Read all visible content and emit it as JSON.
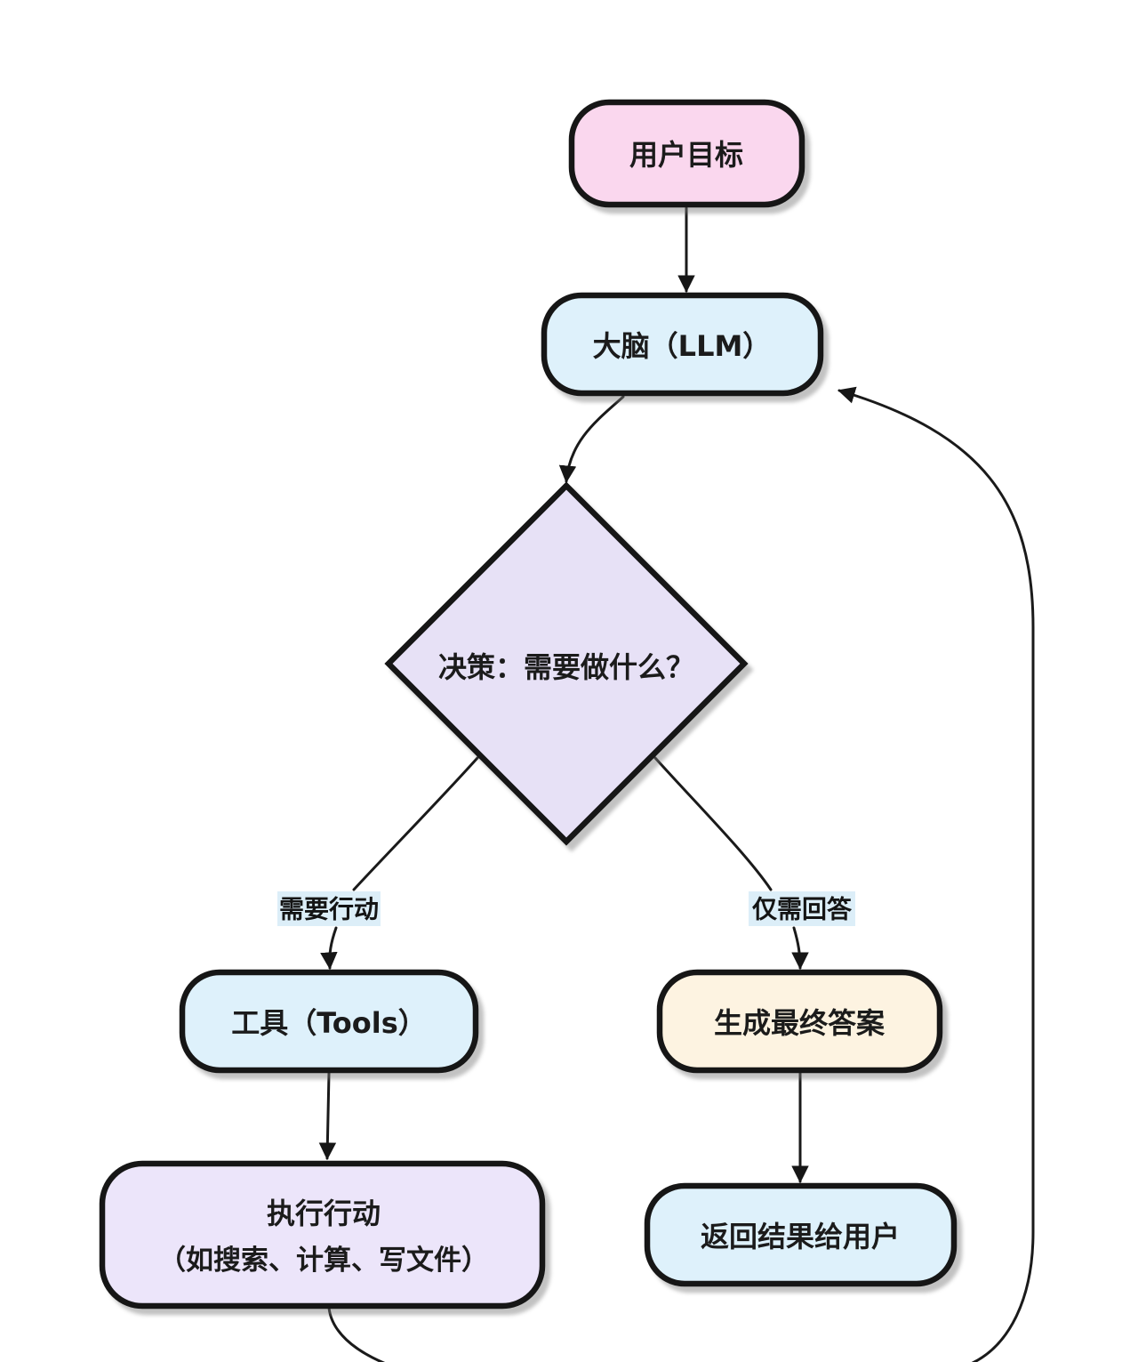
{
  "diagram": {
    "type": "flowchart",
    "nodes": {
      "user_goal": {
        "label": "用户目标"
      },
      "llm": {
        "label": "大脑（LLM）"
      },
      "decision": {
        "label": "决策：需要做什么？"
      },
      "tools": {
        "label": "工具（Tools）"
      },
      "final_answer": {
        "label": "生成最终答案"
      },
      "execute": {
        "line1": "执行行动",
        "line2": "（如搜索、计算、写文件）"
      },
      "return_result": {
        "label": "返回结果给用户"
      }
    },
    "edge_labels": {
      "need_action": "需要行动",
      "answer_only": "仅需回答"
    },
    "colors": {
      "node_pink": "#fad7ee",
      "node_blue": "#def1fb",
      "node_lavender": "#e7e1f6",
      "node_lavender_light": "#ece5fa",
      "node_cream": "#fdf3e1",
      "label_bg": "#dceef8",
      "stroke": "#161616",
      "edge": "#1a1a1a",
      "background": "#ffffff"
    }
  }
}
